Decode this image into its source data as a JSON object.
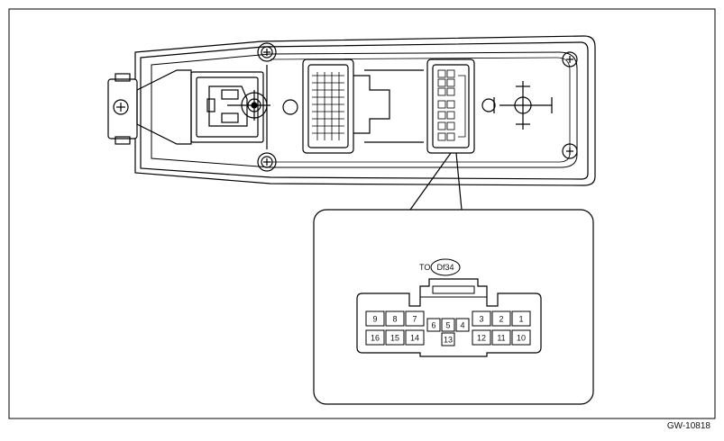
{
  "figure_id": "GW-10818",
  "callout": {
    "prefix": "TO",
    "connector": "Df34"
  },
  "pins": [
    {
      "id": "pin-9",
      "label": "9"
    },
    {
      "id": "pin-8",
      "label": "8"
    },
    {
      "id": "pin-7",
      "label": "7"
    },
    {
      "id": "pin-6",
      "label": "6"
    },
    {
      "id": "pin-5",
      "label": "5"
    },
    {
      "id": "pin-4",
      "label": "4"
    },
    {
      "id": "pin-3",
      "label": "3"
    },
    {
      "id": "pin-2",
      "label": "2"
    },
    {
      "id": "pin-1",
      "label": "1"
    },
    {
      "id": "pin-16",
      "label": "16"
    },
    {
      "id": "pin-15",
      "label": "15"
    },
    {
      "id": "pin-14",
      "label": "14"
    },
    {
      "id": "pin-13",
      "label": "13"
    },
    {
      "id": "pin-12",
      "label": "12"
    },
    {
      "id": "pin-11",
      "label": "11"
    },
    {
      "id": "pin-10",
      "label": "10"
    }
  ]
}
